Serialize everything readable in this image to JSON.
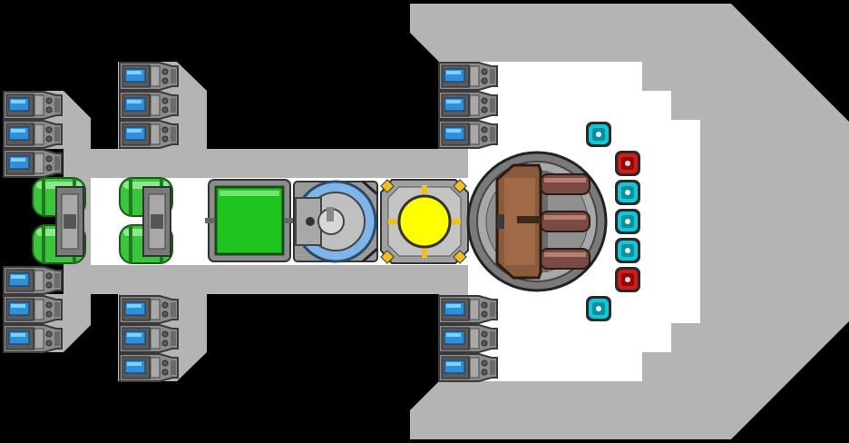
{
  "scene": {
    "kind": "spaceship-blueprint",
    "background_color": "#000000",
    "hull_color": "#b4b4b4",
    "deck_color": "#ffffff"
  },
  "colors": {
    "thruster_blue": "#2f8fd8",
    "thruster_panel": "#8a8a8a",
    "engine_green": "#3cc43c",
    "engine_green_dark": "#1f7a1f",
    "reactor_green": "#1fc41f",
    "shield_blue": "#7fb4e8",
    "core_yellow": "#ffff00",
    "core_accent": "#f0c020",
    "turret_brown": "#8a5a3c",
    "barrel_color": "#7a4a44",
    "crystal_cyan": "#10c8d8",
    "crystal_red": "#d81818"
  },
  "components": {
    "thrusters_left_upper": 3,
    "thrusters_left_lower": 3,
    "thrusters_mid_upper": 3,
    "thrusters_mid_lower": 3,
    "thrusters_front_upper": 3,
    "thrusters_front_lower": 3,
    "engine_pods": 2,
    "reactor": 1,
    "shield_generator": 1,
    "power_core": 1,
    "main_turret": {
      "barrels": 3
    },
    "crystal_column": [
      "cyan",
      "red",
      "cyan",
      "cyan",
      "cyan",
      "red",
      "cyan"
    ]
  },
  "icons": {
    "thruster": "thruster-icon",
    "engine": "engine-pod-icon",
    "reactor": "reactor-icon",
    "shield": "shield-generator-icon",
    "core": "power-core-icon",
    "turret": "turret-icon",
    "crystal": "crystal-icon"
  }
}
